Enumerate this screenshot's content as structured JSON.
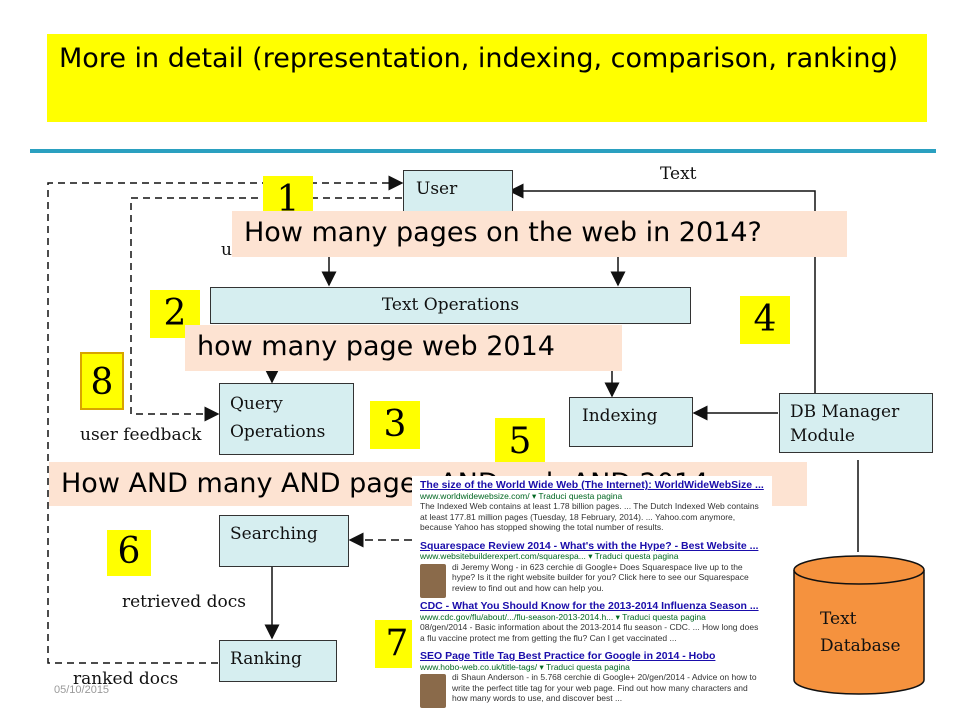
{
  "title": "More in detail  (representation,  indexing, comparison, ranking)",
  "boxes": {
    "user": "User",
    "text_operations": "Text   Operations",
    "query_operations": "Query Operations",
    "indexing": "Indexing",
    "db_manager": "DB Manager Module",
    "searching": "Searching",
    "ranking": "Ranking",
    "text_database": "Text Database"
  },
  "labels": {
    "text": "Text",
    "user_feedback": "user feedback",
    "retrieved_docs": "retrieved docs",
    "ranked_docs": "ranked docs",
    "partial_u": "u"
  },
  "numbers": [
    "1",
    "2",
    "3",
    "4",
    "5",
    "6",
    "7",
    "8"
  ],
  "overlays": {
    "question": "How many pages on the web in 2014?",
    "keywords": "how many page web 2014",
    "boolean": "How AND many AND pages AND web AND 2014"
  },
  "search_results": [
    {
      "title": "The size of the World Wide Web (The Internet): WorldWideWebSize ...",
      "url": "www.worldwidewebsize.com/ ▾ Traduci questa pagina",
      "snippet": "The Indexed Web contains at least 1.78 billion pages. ... The Dutch Indexed Web contains at least 177.81 million pages (Tuesday, 18 February, 2014). ... Yahoo.com anymore, because Yahoo has stopped showing the total number of results.",
      "thumb": false
    },
    {
      "title": "Squarespace Review 2014 - What's with the Hype? - Best Website ...",
      "url": "www.websitebuilderexpert.com/squarespa... ▾ Traduci questa pagina",
      "snippet": "di Jeremy Wong - in 623 cerchie di Google+ Does Squarespace live up to the hype? Is it the right website builder for you? Click here to see our Squarespace review to find out and how can help you.",
      "thumb": true
    },
    {
      "title": "CDC - What You Should Know for the 2013-2014 Influenza Season ...",
      "url": "www.cdc.gov/flu/about/.../flu-season-2013-2014.h... ▾ Traduci questa pagina",
      "snippet": "08/gen/2014 - Basic information about the 2013-2014 flu season - CDC. ... How long does a flu vaccine protect me from getting the flu? Can I get vaccinated ...",
      "thumb": false
    },
    {
      "title": "SEO Page Title Tag Best Practice for Google in 2014 - Hobo",
      "url": "www.hobo-web.co.uk/title-tags/ ▾ Traduci questa pagina",
      "snippet": "di Shaun Anderson - in 5.768 cerchie di Google+ 20/gen/2014 - Advice on how to write the perfect title tag for your web page. Find out how many characters and how many words to use, and discover best ...",
      "thumb": true
    }
  ],
  "date": "05/10/2015",
  "colors": {
    "title_bg": "#ffff00",
    "box_fill": "#d6eef0",
    "overlay_bg": "#fde3d2",
    "database_fill": "#f5923e",
    "rule": "#2aa0c0",
    "link": "#1a0dab",
    "url": "#006621"
  }
}
